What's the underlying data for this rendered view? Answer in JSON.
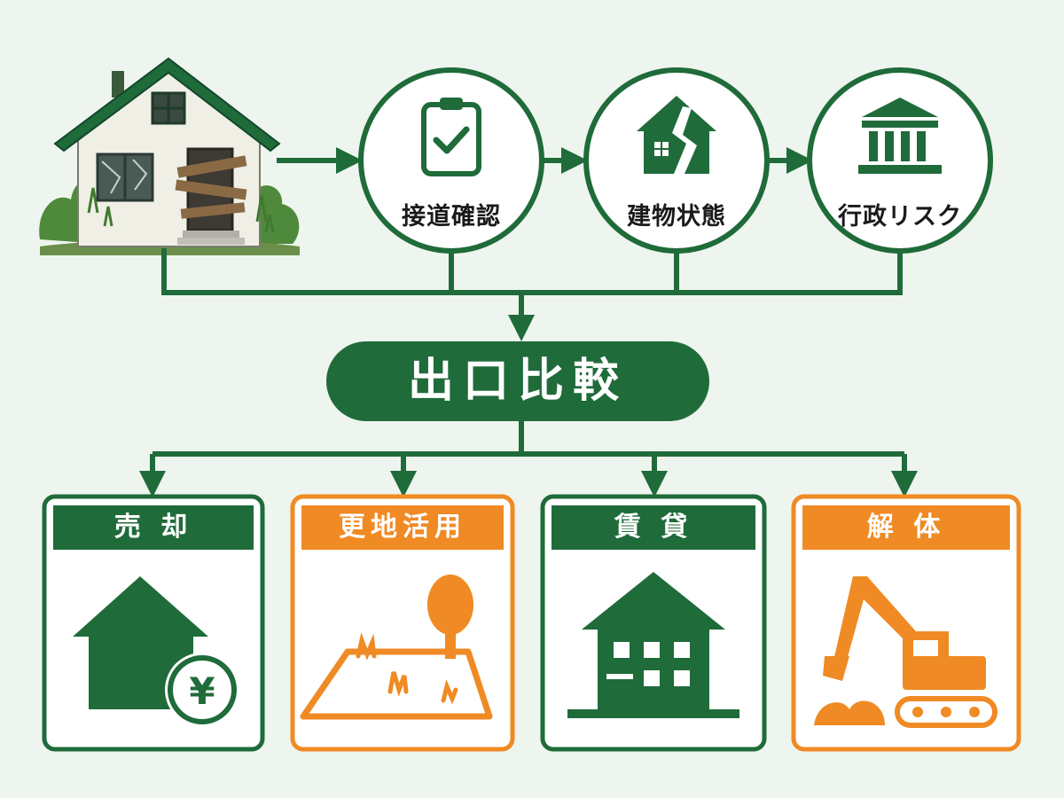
{
  "colors": {
    "green": "#1f6b3a",
    "orange": "#f08a24",
    "background": "#eef5ee"
  },
  "steps": [
    {
      "label": "接道確認",
      "icon": "clipboard-check-icon"
    },
    {
      "label": "建物状態",
      "icon": "cracked-house-icon"
    },
    {
      "label": "行政リスク",
      "icon": "government-building-icon"
    }
  ],
  "hub": {
    "title": "出口比較"
  },
  "outcomes": [
    {
      "title": "売 却",
      "color": "green",
      "icon": "house-yen-icon"
    },
    {
      "title": "更地活用",
      "color": "orange",
      "icon": "vacant-land-tree-icon"
    },
    {
      "title": "賃 貸",
      "color": "green",
      "icon": "rental-house-icon"
    },
    {
      "title": "解 体",
      "color": "orange",
      "icon": "excavator-icon"
    }
  ]
}
